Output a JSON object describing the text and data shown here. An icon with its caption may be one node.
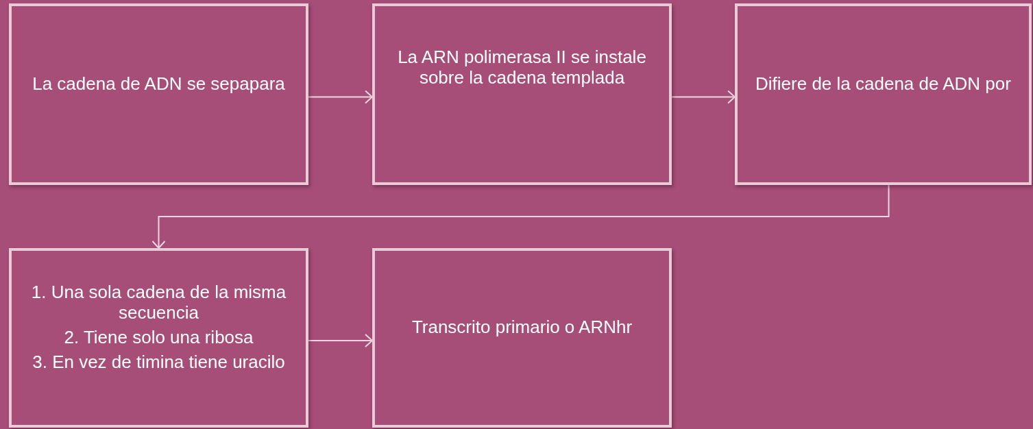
{
  "diagram": {
    "nodes": [
      {
        "text": [
          "La cadena de ADN se sepapara"
        ]
      },
      {
        "text": [
          "La ARN polimerasa II se instale sobre la cadena templada"
        ]
      },
      {
        "text": [
          "Difiere de la cadena de ADN por"
        ]
      },
      {
        "text": [
          "1. Una sola cadena de la misma secuencia",
          "2. Tiene solo una ribosa",
          "3. En vez de timina tiene uracilo"
        ]
      },
      {
        "text": [
          "Transcrito primario o ARNhr"
        ]
      }
    ],
    "edges": [
      {
        "from": 0,
        "to": 1,
        "arrow": "to"
      },
      {
        "from": 1,
        "to": 2,
        "arrow": "to"
      },
      {
        "from": 2,
        "to": 3,
        "arrow": "to"
      },
      {
        "from": 3,
        "to": 4,
        "arrow": "to"
      }
    ]
  }
}
